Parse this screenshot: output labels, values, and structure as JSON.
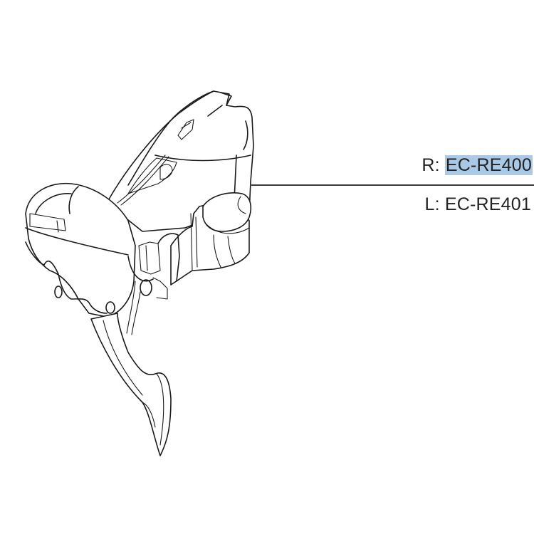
{
  "diagram": {
    "subject": "road bike shift/brake lever (line drawing)",
    "callouts": [
      {
        "prefix": "R: ",
        "part_number": "EC-RE400",
        "highlighted": true
      },
      {
        "prefix": "L: ",
        "part_number": "EC-RE401",
        "highlighted": false
      }
    ],
    "colors": {
      "highlight": "#a9c9e6",
      "line": "#1a1a1a",
      "background": "#ffffff"
    }
  }
}
